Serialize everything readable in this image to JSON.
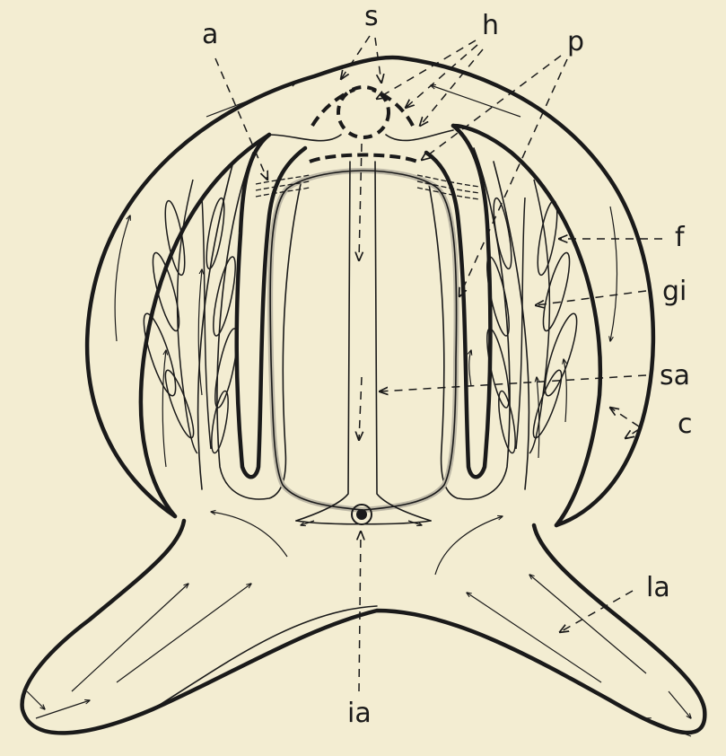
{
  "labels": {
    "a": "a",
    "s": "s",
    "h": "h",
    "p": "p",
    "f": "f",
    "gi": "gi",
    "sa": "sa",
    "c": "c",
    "la": "la",
    "ia": "ia"
  },
  "colors": {
    "background": "#f3edd2",
    "ink": "#1a1a1a",
    "tissue": "#d9d4c2"
  }
}
